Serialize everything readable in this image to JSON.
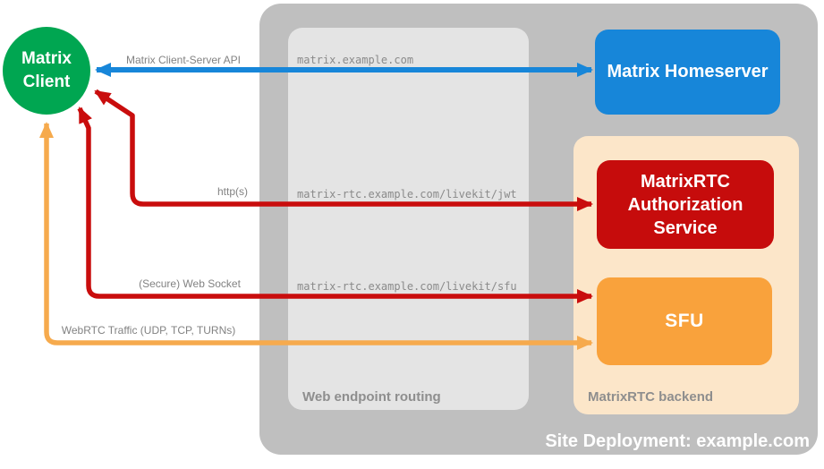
{
  "containers": {
    "site_label": "Site Deployment: example.com",
    "web_routing_label": "Web endpoint routing",
    "backend_label": "MatrixRTC backend"
  },
  "nodes": {
    "matrix_client": "Matrix Client",
    "homeserver": "Matrix Homeserver",
    "auth_service": "MatrixRTC Authorization Service",
    "sfu": "SFU"
  },
  "arrows": {
    "client_server_api": {
      "label": "Matrix Client-Server API",
      "endpoint": "matrix.example.com",
      "color": "#1786d9"
    },
    "https": {
      "label": "http(s)",
      "endpoint": "matrix-rtc.example.com/livekit/jwt",
      "color": "#c90d0d"
    },
    "web_socket": {
      "label": "(Secure) Web Socket",
      "endpoint": "matrix-rtc.example.com/livekit/sfu",
      "color": "#c90d0d"
    },
    "webrtc": {
      "label": "WebRTC Traffic (UDP, TCP, TURNs)",
      "color": "#f6aa4d"
    }
  },
  "colors": {
    "client_green": "#00a651",
    "homeserver_blue": "#1786d9",
    "auth_red": "#c60c0c",
    "sfu_orange": "#f9a23c",
    "backend_bg": "#fce6c9",
    "site_bg": "#bfbfbf",
    "routing_bg": "#e4e4e4"
  }
}
